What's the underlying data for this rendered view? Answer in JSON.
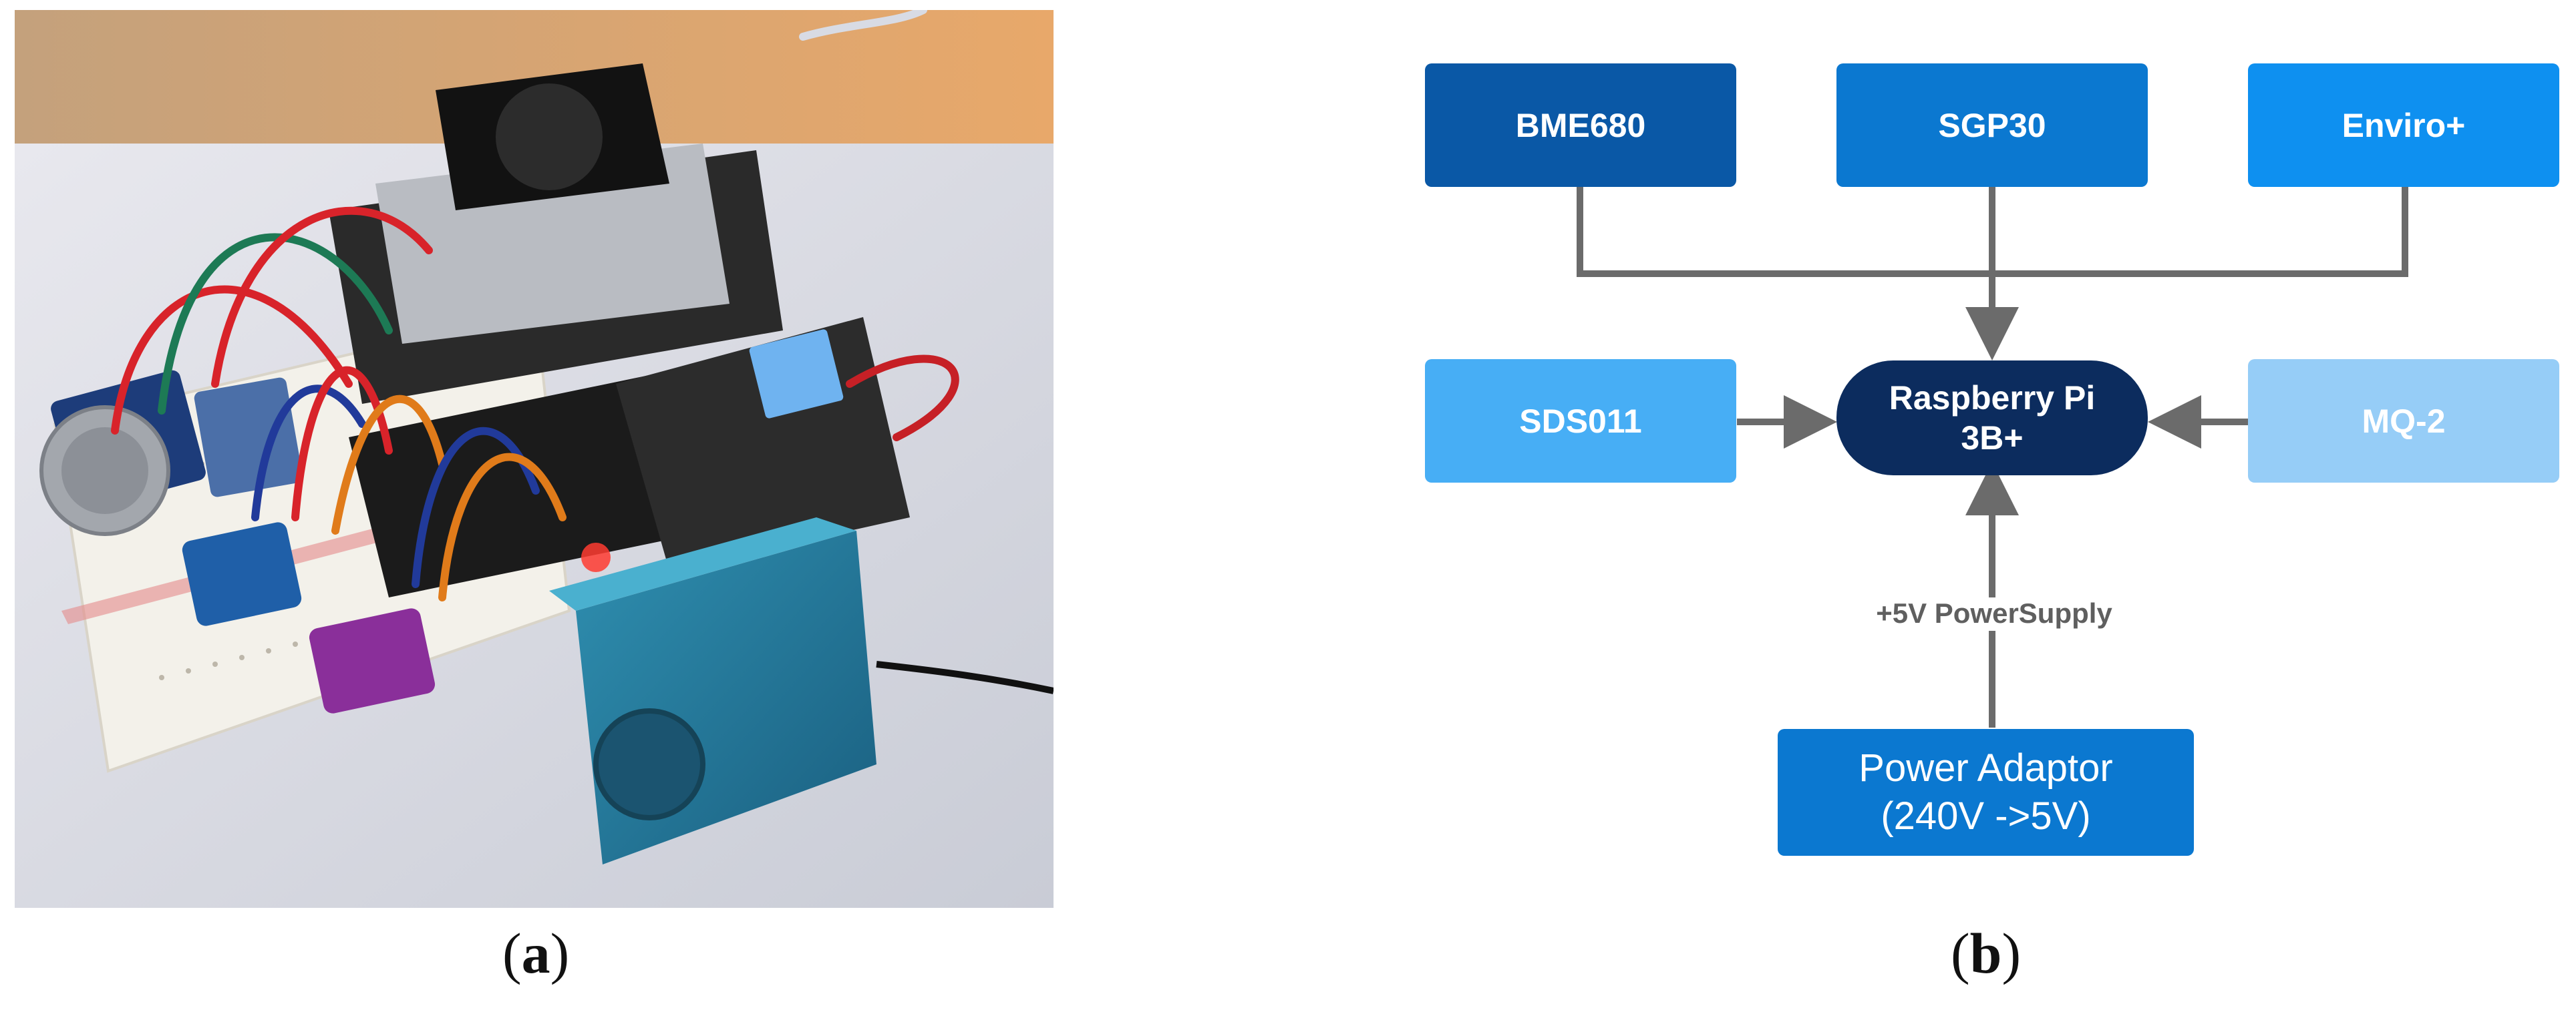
{
  "captions": {
    "a": "a",
    "b": "b"
  },
  "diagram": {
    "nodes": {
      "bme680": {
        "label": "BME680",
        "color": "#0a58a6"
      },
      "sgp30": {
        "label": "SGP30",
        "color": "#0b78d0"
      },
      "enviro": {
        "label": "Enviro+",
        "color": "#0e90f0"
      },
      "sds011": {
        "label": "SDS011",
        "color": "#47aef5"
      },
      "pi": {
        "label_line1": "Raspberry Pi",
        "label_line2": "3B+",
        "color": "#0c2c5e"
      },
      "mq2": {
        "label": "MQ-2",
        "color": "#96cdf7"
      },
      "adaptor": {
        "label_line1": "Power Adaptor",
        "label_line2": "(240V ->5V)",
        "color": "#0b78d0"
      }
    },
    "edges": [
      {
        "from": "BME680",
        "to": "Raspberry Pi 3B+"
      },
      {
        "from": "SGP30",
        "to": "Raspberry Pi 3B+"
      },
      {
        "from": "Enviro+",
        "to": "Raspberry Pi 3B+"
      },
      {
        "from": "SDS011",
        "to": "Raspberry Pi 3B+"
      },
      {
        "from": "MQ-2",
        "to": "Raspberry Pi 3B+"
      },
      {
        "from": "Power Adaptor",
        "to": "Raspberry Pi 3B+",
        "label": "+5V PowerSupply"
      }
    ],
    "edge_color": "#6b6b6b"
  }
}
